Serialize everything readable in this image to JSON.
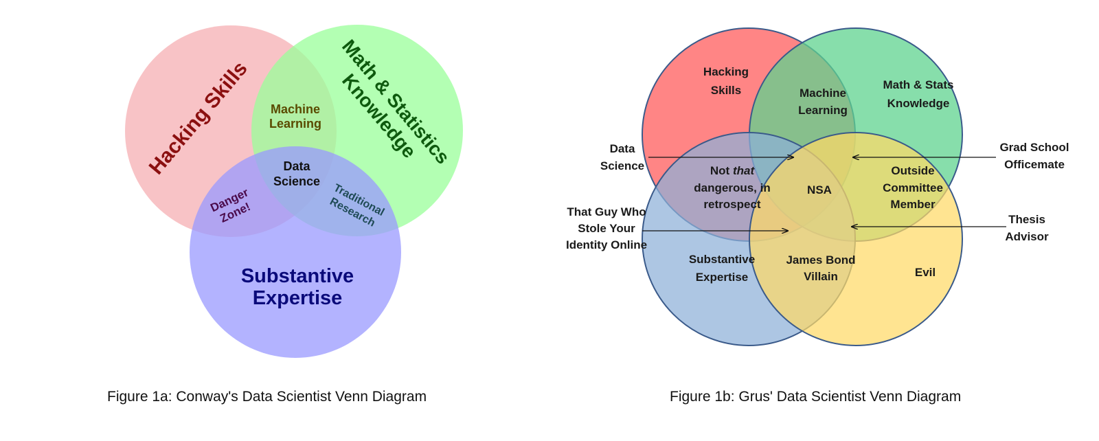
{
  "figure_a": {
    "caption": "Figure 1a: Conway's Data Scientist Venn Diagram",
    "sets": {
      "hacking": "Hacking Skills",
      "math_line1": "Math & Statistics",
      "math_line2": "Knowledge",
      "expertise_line1": "Substantive",
      "expertise_line2": "Expertise"
    },
    "intersections": {
      "ml_line1": "Machine",
      "ml_line2": "Learning",
      "ds_line1": "Data",
      "ds_line2": "Science",
      "danger_line1": "Danger",
      "danger_line2": "Zone!",
      "trad_line1": "Traditional",
      "trad_line2": "Research"
    },
    "colors": {
      "hacking": "#f4a3a8",
      "math": "#99ff99",
      "expertise": "#9999ff",
      "hacking_text": "#8b1010",
      "math_text": "#0e5a0e",
      "expertise_text": "#0a0a7a"
    }
  },
  "figure_b": {
    "caption": "Figure 1b: Grus' Data Scientist Venn Diagram",
    "sets": {
      "hacking_line1": "Hacking",
      "hacking_line2": "Skills",
      "math_line1": "Math & Stats",
      "math_line2": "Knowledge",
      "expertise_line1": "Substantive",
      "expertise_line2": "Expertise",
      "evil": "Evil"
    },
    "intersections": {
      "ml_line1": "Machine",
      "ml_line2": "Learning",
      "notthat_prefix": "Not ",
      "notthat_emph": "that",
      "notthat_line2": "dangerous, in",
      "notthat_line3": "retrospect",
      "nsa": "NSA",
      "outside_line1": "Outside",
      "outside_line2": "Committee",
      "outside_line3": "Member",
      "bond_line1": "James Bond",
      "bond_line2": "Villain"
    },
    "callouts": {
      "ds_line1": "Data",
      "ds_line2": "Science",
      "guy_line1": "That Guy Who",
      "guy_line2": "Stole Your",
      "guy_line3": "Identity Online",
      "grad_line1": "Grad School",
      "grad_line2": "Officemate",
      "thesis_line1": "Thesis",
      "thesis_line2": "Advisor"
    },
    "colors": {
      "hacking": "#ff6666",
      "math": "#5fd38f",
      "expertise": "#8eb0d8",
      "evil": "#ffd966",
      "outline": "#3a5a8a"
    }
  }
}
